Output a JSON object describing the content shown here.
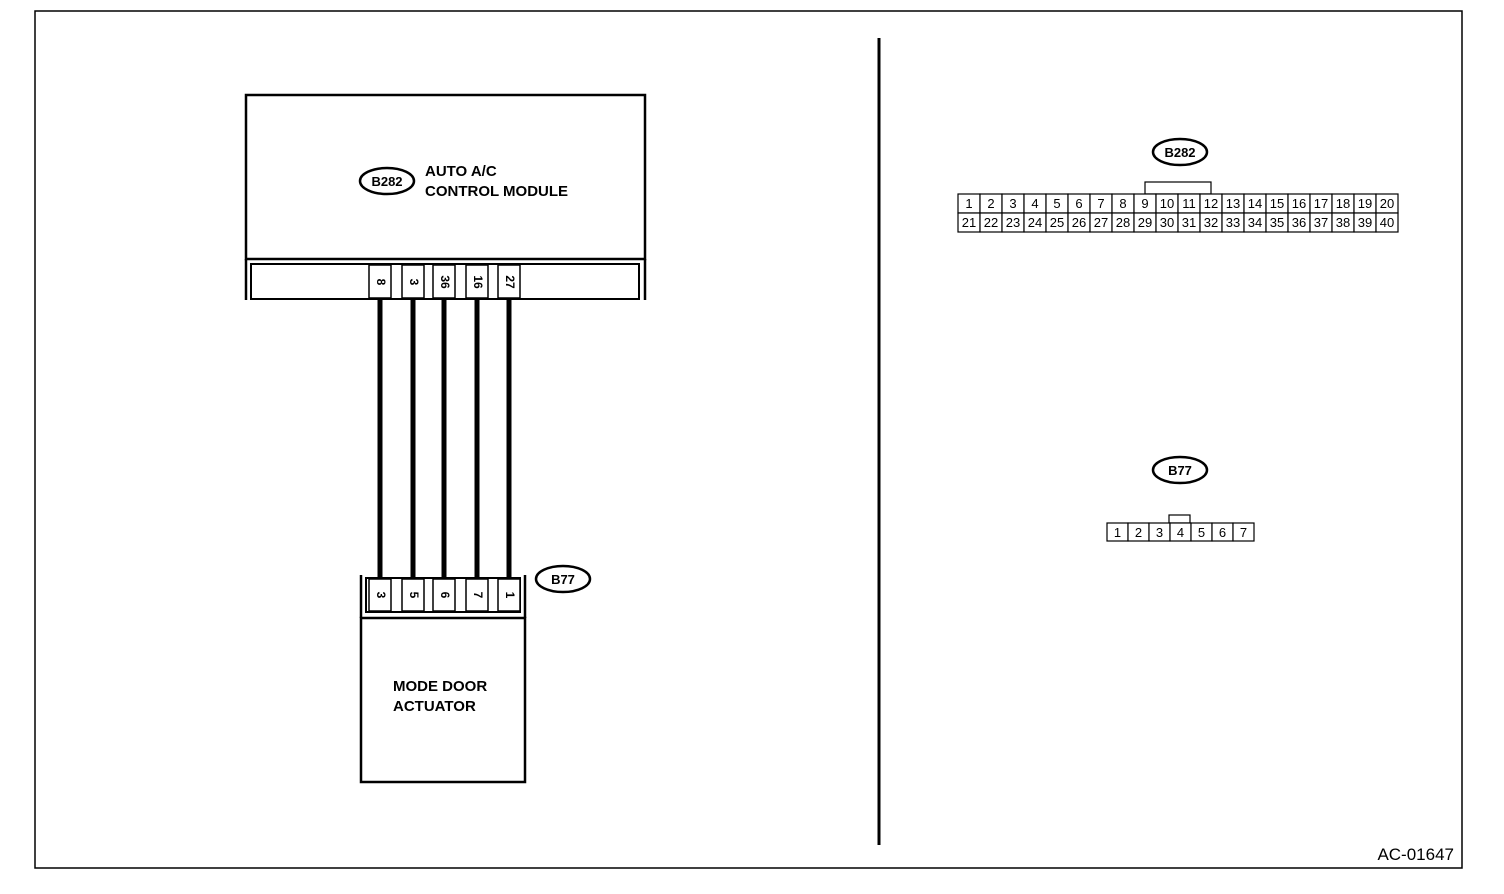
{
  "control_module": {
    "connector": "B282",
    "name_line1": "AUTO A/C",
    "name_line2": "CONTROL MODULE",
    "pins": [
      "8",
      "3",
      "36",
      "16",
      "27"
    ]
  },
  "actuator": {
    "connector": "B77",
    "name_line1": "MODE DOOR",
    "name_line2": "ACTUATOR",
    "pins": [
      "3",
      "5",
      "6",
      "7",
      "1"
    ]
  },
  "connector_view_b282": {
    "label": "B282",
    "row1": [
      "1",
      "2",
      "3",
      "4",
      "5",
      "6",
      "7",
      "8",
      "9",
      "10",
      "11",
      "12",
      "13",
      "14",
      "15",
      "16",
      "17",
      "18",
      "19",
      "20"
    ],
    "row2": [
      "21",
      "22",
      "23",
      "24",
      "25",
      "26",
      "27",
      "28",
      "29",
      "30",
      "31",
      "32",
      "33",
      "34",
      "35",
      "36",
      "37",
      "38",
      "39",
      "40"
    ]
  },
  "connector_view_b77": {
    "label": "B77",
    "row1": [
      "1",
      "2",
      "3",
      "4",
      "5",
      "6",
      "7"
    ]
  },
  "reference_code": "AC-01647"
}
